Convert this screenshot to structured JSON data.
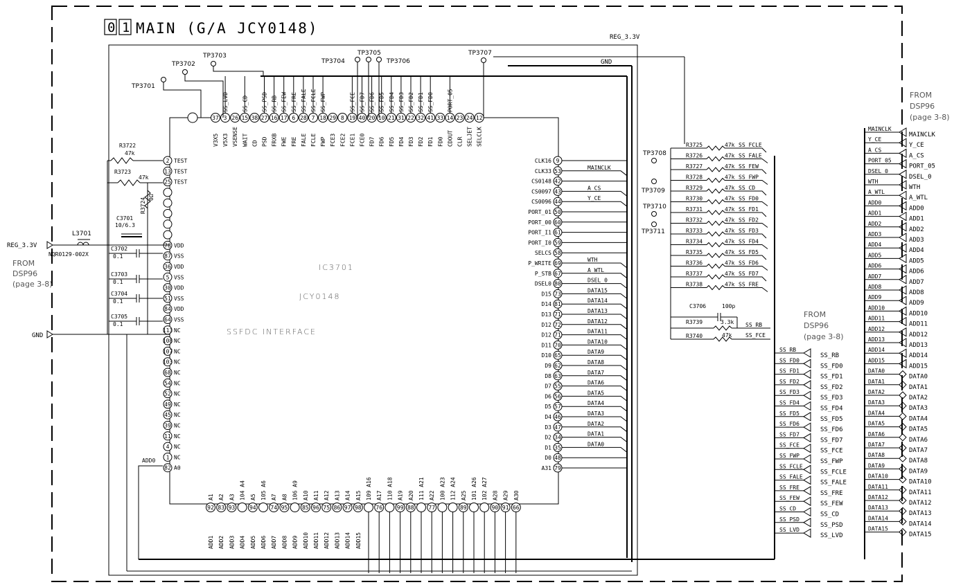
{
  "title": {
    "box1": "0",
    "box2": "1",
    "text": "MAIN (G/A JCY0148)"
  },
  "ic": {
    "line1": "IC3701",
    "line2": "JCY0148",
    "line3": "SSFDC INTERFACE"
  },
  "labels": {
    "reg33_top": "REG_3.3V",
    "gnd_top": "GND",
    "reg33_left": "REG_3.3V",
    "gnd_left": "GND",
    "l3701": "L3701",
    "l3701_part": "NQR0129-002X",
    "from_left": "FROM",
    "dsp_left": "DSP96",
    "page_left": "(page 3-8)",
    "from_mid": "FROM",
    "dsp_mid": "DSP96",
    "page_mid": "(page 3-8)",
    "from_right": "FROM",
    "dsp_right": "DSP96",
    "page_right": "(page 3-8)",
    "r3722": "R3722",
    "r3722v": "47k",
    "r3723": "R3723",
    "r3723v": "47k",
    "r3724": "R3724",
    "r3724v": "0Ω",
    "c3701": "C3701",
    "c3701v": "10/6.3",
    "c3706": "C3706",
    "c3706v": "100p",
    "r3739": "R3739",
    "r3739v": "3.3k",
    "r3739n": "SS_RB",
    "r3740": "R3740",
    "r3740v": "47k",
    "r3740n": "SS_FCE",
    "add0": "ADD0"
  },
  "top_tps": [
    "TP3701",
    "TP3702",
    "TP3703",
    "TP3704",
    "TP3705",
    "TP3706",
    "TP3707"
  ],
  "right_tps": [
    "TP3708",
    "TP3709",
    "TP3710",
    "TP3711"
  ],
  "top_pins": [
    {
      "n": "37",
      "pin": "V3X5",
      "sig": ""
    },
    {
      "n": "3",
      "pin": "V5X3",
      "sig": "SS_LVD"
    },
    {
      "n": "26",
      "pin": "VSENSE",
      "sig": ""
    },
    {
      "n": "15",
      "pin": "WAIT",
      "sig": "SS_CD"
    },
    {
      "n": "38",
      "pin": "CD",
      "sig": ""
    },
    {
      "n": "27",
      "pin": "PSD",
      "sig": "SS_PSD"
    },
    {
      "n": "16",
      "pin": "FRXB",
      "sig": "SS_RB"
    },
    {
      "n": "17",
      "pin": "FWE",
      "sig": "SS_FEW"
    },
    {
      "n": "6",
      "pin": "FRE",
      "sig": "SS_FRE"
    },
    {
      "n": "28",
      "pin": "FALE",
      "sig": "SS_FALE"
    },
    {
      "n": "7",
      "pin": "FCLE",
      "sig": "SS_FCLE"
    },
    {
      "n": "18",
      "pin": "FWP",
      "sig": "SS_FWP"
    },
    {
      "n": "29",
      "pin": "FCE3",
      "sig": ""
    },
    {
      "n": "8",
      "pin": "FCE2",
      "sig": ""
    },
    {
      "n": "19",
      "pin": "FCE1",
      "sig": "SS_FCE"
    },
    {
      "n": "40",
      "pin": "FCE0",
      "sig": "SS_FD7"
    },
    {
      "n": "20",
      "pin": "FD7",
      "sig": "SS_FD6"
    },
    {
      "n": "10",
      "pin": "FD6",
      "sig": "SS_FD5"
    },
    {
      "n": "21",
      "pin": "FD5",
      "sig": "SS_FD4"
    },
    {
      "n": "31",
      "pin": "FD4",
      "sig": "SS_FD3"
    },
    {
      "n": "22",
      "pin": "FD3",
      "sig": "SS_FD2"
    },
    {
      "n": "32",
      "pin": "FD2",
      "sig": "SS_FD1"
    },
    {
      "n": "41",
      "pin": "FD1",
      "sig": "SS_FD0"
    },
    {
      "n": "33",
      "pin": "FD0",
      "sig": ""
    },
    {
      "n": "14",
      "pin": "CDOUT",
      "sig": "PORT_05"
    },
    {
      "n": "23",
      "pin": "CLR",
      "sig": ""
    },
    {
      "n": "24",
      "pin": "SELJET",
      "sig": ""
    },
    {
      "n": "12",
      "pin": "SELCLK",
      "sig": ""
    }
  ],
  "left_pins": [
    {
      "n": "2",
      "pin": "TEST"
    },
    {
      "n": "13",
      "pin": "TEST"
    },
    {
      "n": "25",
      "pin": "TEST"
    },
    {
      "n": "",
      "pin": ""
    },
    {
      "n": "",
      "pin": ""
    },
    {
      "n": "",
      "pin": ""
    },
    {
      "n": "",
      "pin": ""
    },
    {
      "n": "",
      "pin": ""
    },
    {
      "n": "78",
      "pin": "VDD"
    },
    {
      "n": "87",
      "pin": "VSS"
    },
    {
      "n": "36",
      "pin": "VDD"
    },
    {
      "n": "5",
      "pin": "VSS"
    },
    {
      "n": "30",
      "pin": "VDD"
    },
    {
      "n": "51",
      "pin": "VSS"
    },
    {
      "n": "84",
      "pin": "VDD"
    },
    {
      "n": "64",
      "pin": "VSS"
    },
    {
      "n": "113",
      "pin": "NC"
    },
    {
      "n": "108",
      "pin": "NC"
    },
    {
      "n": "107",
      "pin": "NC"
    },
    {
      "n": "103",
      "pin": "NC"
    },
    {
      "n": "68",
      "pin": "NC"
    },
    {
      "n": "54",
      "pin": "NC"
    },
    {
      "n": "52",
      "pin": "NC"
    },
    {
      "n": "49",
      "pin": "NC"
    },
    {
      "n": "45",
      "pin": "NC"
    },
    {
      "n": "39",
      "pin": "NC"
    },
    {
      "n": "11",
      "pin": "NC"
    },
    {
      "n": "4",
      "pin": "NC"
    },
    {
      "n": "1",
      "pin": "NC"
    },
    {
      "n": "82",
      "pin": "A0"
    }
  ],
  "caps_left": [
    {
      "ref": "C3702",
      "val": "0.1"
    },
    {
      "ref": "C3703",
      "val": "0.1"
    },
    {
      "ref": "C3704",
      "val": "0.1"
    },
    {
      "ref": "C3705",
      "val": "0.1"
    }
  ],
  "right_pins": [
    {
      "n": "9",
      "pin": "CLK16",
      "sig": ""
    },
    {
      "n": "53",
      "pin": "CLK33",
      "sig": "MAINCLK"
    },
    {
      "n": "42",
      "pin": "CS0148",
      "sig": ""
    },
    {
      "n": "43",
      "pin": "CS0097",
      "sig": "A_CS"
    },
    {
      "n": "44",
      "pin": "CS0096",
      "sig": "Y_CE"
    },
    {
      "n": "50",
      "pin": "PORT_01",
      "sig": ""
    },
    {
      "n": "60",
      "pin": "PORT_00",
      "sig": ""
    },
    {
      "n": "61",
      "pin": "PORT_I1",
      "sig": ""
    },
    {
      "n": "59",
      "pin": "PORT_I0",
      "sig": ""
    },
    {
      "n": "58",
      "pin": "SELCS",
      "sig": ""
    },
    {
      "n": "69",
      "pin": "P_WRITE",
      "sig": "WTH"
    },
    {
      "n": "67",
      "pin": "P_STB",
      "sig": "A_WTL"
    },
    {
      "n": "80",
      "pin": "DSEL0",
      "sig": "DSEL_0"
    },
    {
      "n": "73",
      "pin": "D15",
      "sig": "DATA15"
    },
    {
      "n": "81",
      "pin": "D14",
      "sig": "DATA14"
    },
    {
      "n": "71",
      "pin": "D13",
      "sig": "DATA13"
    },
    {
      "n": "72",
      "pin": "D12",
      "sig": "DATA12"
    },
    {
      "n": "71",
      "pin": "D12",
      "sig": "DATA11"
    },
    {
      "n": "70",
      "pin": "D11",
      "sig": "DATA10"
    },
    {
      "n": "65",
      "pin": "D10",
      "sig": "DATA9"
    },
    {
      "n": "62",
      "pin": "D9",
      "sig": "DATA8"
    },
    {
      "n": "63",
      "pin": "D8",
      "sig": "DATA7"
    },
    {
      "n": "55",
      "pin": "D7",
      "sig": "DATA6"
    },
    {
      "n": "56",
      "pin": "D6",
      "sig": "DATA5"
    },
    {
      "n": "57",
      "pin": "D5",
      "sig": "DATA4"
    },
    {
      "n": "46",
      "pin": "D4",
      "sig": "DATA3"
    },
    {
      "n": "47",
      "pin": "D3",
      "sig": "DATA2"
    },
    {
      "n": "34",
      "pin": "D2",
      "sig": "DATA1"
    },
    {
      "n": "35",
      "pin": "D1",
      "sig": "DATA0"
    },
    {
      "n": "48",
      "pin": "D0",
      "sig": ""
    },
    {
      "n": "79",
      "pin": "A31",
      "sig": ""
    }
  ],
  "bottom_pins": [
    {
      "n": "92",
      "pin": "A1",
      "sig": "ADD1"
    },
    {
      "n": "83",
      "pin": "A2",
      "sig": "ADD2"
    },
    {
      "n": "93",
      "pin": "A3",
      "sig": "ADD3"
    },
    {
      "n": "",
      "pin": "104 A4",
      "sig": "ADD4"
    },
    {
      "n": "94",
      "pin": "A5",
      "sig": "ADD5"
    },
    {
      "n": "",
      "pin": "105 A6",
      "sig": "ADD6"
    },
    {
      "n": "74",
      "pin": "A7",
      "sig": "ADD7"
    },
    {
      "n": "95",
      "pin": "A8",
      "sig": "ADD8"
    },
    {
      "n": "",
      "pin": "106 A9",
      "sig": "ADD9"
    },
    {
      "n": "85",
      "pin": "A10",
      "sig": "ADD10"
    },
    {
      "n": "96",
      "pin": "A11",
      "sig": "ADD11"
    },
    {
      "n": "75",
      "pin": "A12",
      "sig": "ADD12"
    },
    {
      "n": "86",
      "pin": "A13",
      "sig": "ADD13"
    },
    {
      "n": "97",
      "pin": "A14",
      "sig": "ADD14"
    },
    {
      "n": "98",
      "pin": "A15",
      "sig": "ADD15"
    },
    {
      "n": "",
      "pin": "109 A16",
      "sig": ""
    },
    {
      "n": "76",
      "pin": "A17",
      "sig": ""
    },
    {
      "n": "",
      "pin": "110 A18",
      "sig": ""
    },
    {
      "n": "99",
      "pin": "A19",
      "sig": ""
    },
    {
      "n": "88",
      "pin": "A20",
      "sig": ""
    },
    {
      "n": "",
      "pin": "111 A21",
      "sig": ""
    },
    {
      "n": "77",
      "pin": "A22",
      "sig": ""
    },
    {
      "n": "",
      "pin": "100 A23",
      "sig": ""
    },
    {
      "n": "",
      "pin": "112 A24",
      "sig": ""
    },
    {
      "n": "89",
      "pin": "A25",
      "sig": ""
    },
    {
      "n": "",
      "pin": "101 A26",
      "sig": ""
    },
    {
      "n": "",
      "pin": "102 A27",
      "sig": ""
    },
    {
      "n": "90",
      "pin": "A28",
      "sig": ""
    },
    {
      "n": "91",
      "pin": "A29",
      "sig": ""
    },
    {
      "n": "66",
      "pin": "A30",
      "sig": ""
    }
  ],
  "resistors_right": [
    {
      "ref": "R3725",
      "val": "47k",
      "sig": "SS_FCLE"
    },
    {
      "ref": "R3726",
      "val": "47k",
      "sig": "SS_FALE"
    },
    {
      "ref": "R3727",
      "val": "47k",
      "sig": "SS_FEW"
    },
    {
      "ref": "R3728",
      "val": "47k",
      "sig": "SS_FWP"
    },
    {
      "ref": "R3729",
      "val": "47k",
      "sig": "SS_CD"
    },
    {
      "ref": "R3730",
      "val": "47k",
      "sig": "SS_FD0"
    },
    {
      "ref": "R3731",
      "val": "47k",
      "sig": "SS_FD1"
    },
    {
      "ref": "R3732",
      "val": "47k",
      "sig": "SS_FD2"
    },
    {
      "ref": "R3733",
      "val": "47k",
      "sig": "SS_FD3"
    },
    {
      "ref": "R3734",
      "val": "47k",
      "sig": "SS_FD4"
    },
    {
      "ref": "R3735",
      "val": "47k",
      "sig": "SS_FD5"
    },
    {
      "ref": "R3736",
      "val": "47k",
      "sig": "SS_FD6"
    },
    {
      "ref": "R3737",
      "val": "47k",
      "sig": "SS_FD7"
    },
    {
      "ref": "R3738",
      "val": "47k",
      "sig": "SS_FRE"
    }
  ],
  "mid_bus": [
    "SS_RB",
    "SS_FD0",
    "SS_FD1",
    "SS_FD2",
    "SS_FD3",
    "SS_FD4",
    "SS_FD5",
    "SS_FD6",
    "SS_FD7",
    "SS_FCE",
    "SS_FWP",
    "SS_FCLE",
    "SS_FALE",
    "SS_FRE",
    "SS_FEW",
    "SS_CD",
    "SS_PSD",
    "SS_LVD"
  ],
  "right_bus": [
    "MAINCLK",
    "Y_CE",
    "A_CS",
    "PORT_05",
    "DSEL_0",
    "WTH",
    "A_WTL",
    "ADD0",
    "ADD1",
    "ADD2",
    "ADD3",
    "ADD4",
    "ADD5",
    "ADD6",
    "ADD7",
    "ADD8",
    "ADD9",
    "ADD10",
    "ADD11",
    "ADD12",
    "ADD13",
    "ADD14",
    "ADD15",
    "DATA0",
    "DATA1",
    "DATA2",
    "DATA3",
    "DATA4",
    "DATA5",
    "DATA6",
    "DATA7",
    "DATA8",
    "DATA9",
    "DATA10",
    "DATA11",
    "DATA12",
    "DATA13",
    "DATA14",
    "DATA15"
  ]
}
